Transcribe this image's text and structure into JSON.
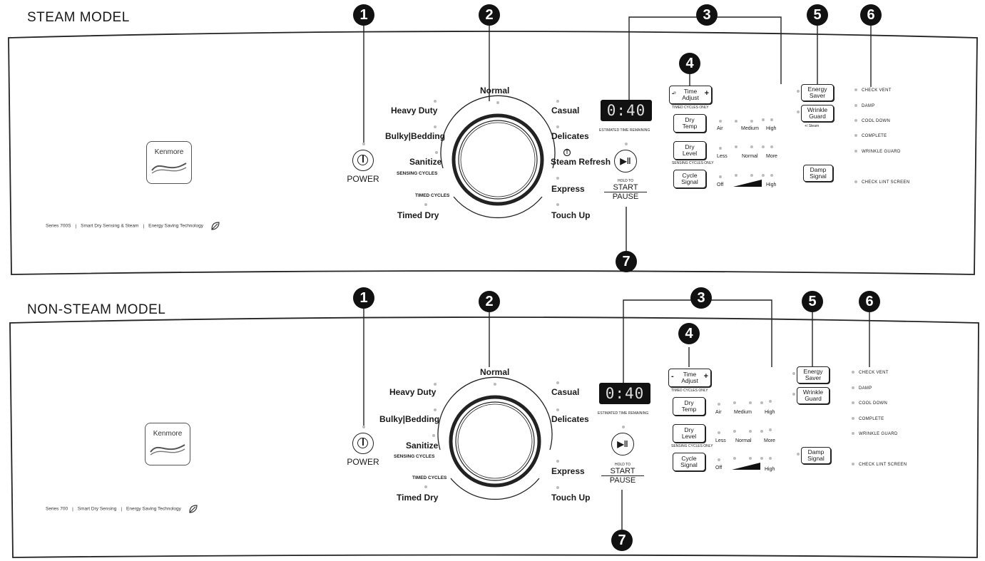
{
  "models": [
    {
      "title": "STEAM MODEL",
      "brand": "Kenmore",
      "series_text": [
        "Series 700S",
        "Smart Dry Sensing & Steam",
        "Energy Saving Technology"
      ],
      "power_label": "POWER",
      "callouts": [
        "1",
        "2",
        "3",
        "4",
        "5",
        "6",
        "7"
      ],
      "cycles_top": "Normal",
      "cycles_left": [
        "Heavy Duty",
        "Bulky|Bedding",
        "Sanitize"
      ],
      "sensing_label": "SENSING CYCLES",
      "timed_label": "TIMED CYCLES",
      "timed_dry": "Timed Dry",
      "cycles_right": [
        "Casual",
        "Delicates",
        "Steam Refresh",
        "Express",
        "Touch Up"
      ],
      "display_value": "0:40",
      "display_caption": "ESTIMATED TIME REMAINING",
      "start_hold": "HOLD TO",
      "start_label": "START",
      "pause_label": "PAUSE",
      "time_adjust": {
        "minus": "-",
        "line1": "Time",
        "line2": "Adjust",
        "plus": "+",
        "caption": "TIMED CYCLES ONLY"
      },
      "dry_temp": {
        "line1": "Dry",
        "line2": "Temp",
        "options": [
          "Air",
          "Medium",
          "High"
        ]
      },
      "dry_level": {
        "line1": "Dry",
        "line2": "Level",
        "caption": "SENSING CYCLES ONLY",
        "options": [
          "Less",
          "Normal",
          "More"
        ]
      },
      "cycle_signal": {
        "line1": "Cycle",
        "line2": "Signal",
        "options": [
          "Off",
          "High"
        ]
      },
      "energy_saver": {
        "line1": "Energy",
        "line2": "Saver"
      },
      "wrinkle_guard": {
        "line1": "Wrinkle",
        "line2": "Guard",
        "caption": "+/ Steam"
      },
      "damp_signal": {
        "line1": "Damp",
        "line2": "Signal"
      },
      "status": [
        "CHECK VENT",
        "DAMP",
        "COOL DOWN",
        "COMPLETE",
        "WRINKLE GUARD",
        "CHECK LINT SCREEN"
      ]
    },
    {
      "title": "NON-STEAM MODEL",
      "brand": "Kenmore",
      "series_text": [
        "Series 700",
        "Smart Dry Sensing",
        "Energy Saving Technology"
      ],
      "power_label": "POWER",
      "callouts": [
        "1",
        "2",
        "3",
        "4",
        "5",
        "6",
        "7"
      ],
      "cycles_top": "Normal",
      "cycles_left": [
        "Heavy Duty",
        "Bulky|Bedding",
        "Sanitize"
      ],
      "sensing_label": "SENSING CYCLES",
      "timed_label": "TIMED CYCLES",
      "timed_dry": "Timed Dry",
      "cycles_right": [
        "Casual",
        "Delicates",
        "",
        "Express",
        "Touch Up"
      ],
      "display_value": "0:40",
      "display_caption": "ESTIMATED TIME REMAINING",
      "start_hold": "HOLD TO",
      "start_label": "START",
      "pause_label": "PAUSE",
      "time_adjust": {
        "minus": "-",
        "line1": "Time",
        "line2": "Adjust",
        "plus": "+",
        "caption": "TIMED CYCLES ONLY"
      },
      "dry_temp": {
        "line1": "Dry",
        "line2": "Temp",
        "options": [
          "Air",
          "Medium",
          "High"
        ]
      },
      "dry_level": {
        "line1": "Dry",
        "line2": "Level",
        "caption": "SENSING CYCLES ONLY",
        "options": [
          "Less",
          "Normal",
          "More"
        ]
      },
      "cycle_signal": {
        "line1": "Cycle",
        "line2": "Signal",
        "options": [
          "Off",
          "High"
        ]
      },
      "energy_saver": {
        "line1": "Energy",
        "line2": "Saver"
      },
      "wrinkle_guard": {
        "line1": "Wrinkle",
        "line2": "Guard",
        "caption": ""
      },
      "damp_signal": {
        "line1": "Damp",
        "line2": "Signal"
      },
      "status": [
        "CHECK VENT",
        "DAMP",
        "COOL DOWN",
        "COMPLETE",
        "WRINKLE GUARD",
        "CHECK LINT SCREEN"
      ]
    }
  ]
}
